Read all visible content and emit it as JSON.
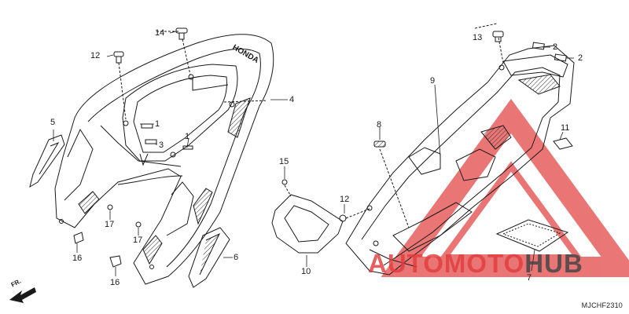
{
  "diagram": {
    "code": "MJCHF2310",
    "front_label": "FR.",
    "seat_emblem_text": "HONDA",
    "watermark": {
      "part1": "AUTOMOTO",
      "part2": "HUB",
      "color_red": "#e23c3c",
      "color_dark": "#464646"
    },
    "callouts": {
      "c1": "1",
      "c1b": "1",
      "c2": "2",
      "c2b": "2",
      "c3": "3",
      "c4": "4",
      "c5": "5",
      "c6": "6",
      "c7": "7",
      "c8": "8",
      "c9": "9",
      "c10": "10",
      "c11": "11",
      "c12": "12",
      "c12b": "12",
      "c13": "13",
      "c14": "14",
      "c15": "15",
      "c16": "16",
      "c16b": "16",
      "c17": "17",
      "c17b": "17"
    }
  }
}
